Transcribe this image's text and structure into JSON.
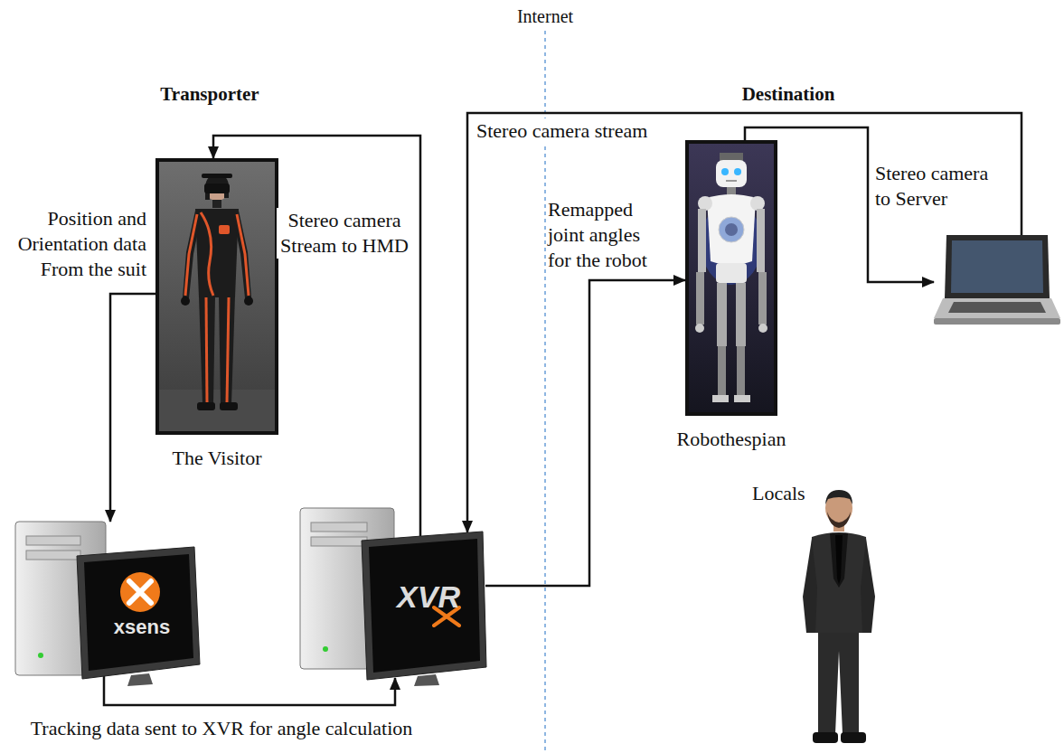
{
  "diagram": {
    "nodes": [
      {
        "text": [
          "The Visitor"
        ]
      },
      {
        "text": [
          "Robothespian"
        ]
      },
      {
        "text": []
      },
      {
        "text": [
          "xsens"
        ]
      },
      {
        "text": [
          "XVR"
        ]
      }
    ],
    "edges": [
      {
        "from": 0,
        "to": 3,
        "arrow": "to",
        "label": "Position and Orientation data From the suit"
      },
      {
        "from": 4,
        "to": 0,
        "arrow": "to",
        "label": "Stereo camera Stream to HMD"
      },
      {
        "from": 3,
        "to": 4,
        "arrow": "to",
        "label": "Tracking data sent to XVR for angle calculation"
      },
      {
        "from": 4,
        "to": 1,
        "arrow": "to",
        "label": "Remapped joint angles for the robot"
      },
      {
        "from": 1,
        "to": 2,
        "arrow": "to",
        "label": "Stereo camera to Server"
      },
      {
        "from": 2,
        "to": 4,
        "arrow": "to",
        "label": "Stereo camera stream"
      }
    ],
    "labels": [
      "Internet",
      "Transporter",
      "Destination",
      "Locals"
    ]
  }
}
